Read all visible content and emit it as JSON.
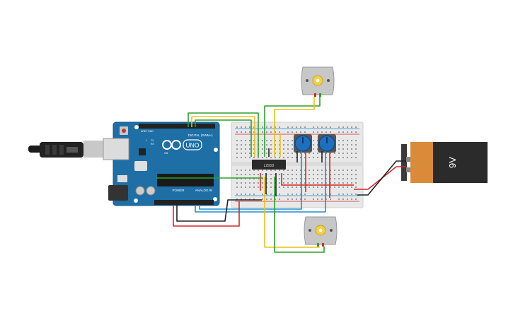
{
  "arduino": {
    "brand": "UNO",
    "digital_label": "DIGITAL (PWM~)",
    "power_label": "POWER",
    "analog_label": "ANALOG IN",
    "aref_label": "AREF",
    "gnd_label": "GND",
    "tx_label": "TX",
    "rx_label": "RX",
    "on_label": "ON",
    "l_label": "L"
  },
  "chip": {
    "label": "L293D"
  },
  "battery": {
    "label": "9V"
  },
  "colors": {
    "board": "#1d6fa5",
    "breadboard": "#e8e8e8",
    "wire_red": "#d62728",
    "wire_black": "#222222",
    "wire_green": "#2ca02c",
    "wire_yellow": "#e8c21a",
    "wire_blue": "#1f8fd0",
    "battery_orange": "#d98b3a",
    "battery_dark": "#2b2b2b"
  }
}
